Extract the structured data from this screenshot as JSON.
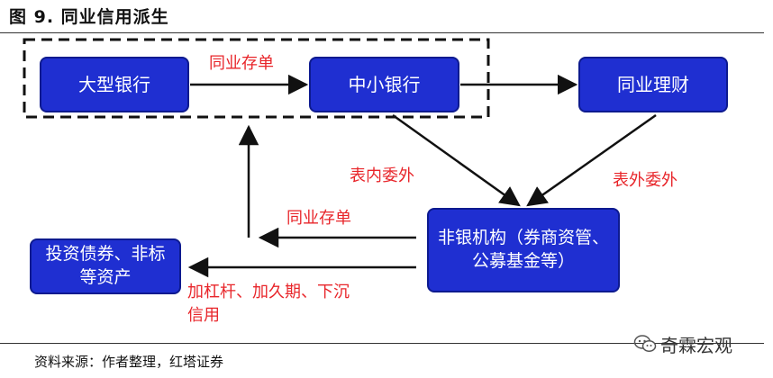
{
  "figure": {
    "title": "图 9. 同业信用派生",
    "source": "资料来源：作者整理，红塔证券",
    "watermark": "奇霖宏观"
  },
  "nodes": {
    "large_banks": "大型银行",
    "small_banks": "中小银行",
    "interbank_wm": "同业理财",
    "nonbank": "非银机构（券商资管、公募基金等）",
    "investment": "投资债券、非标等资产"
  },
  "edges": {
    "large_to_small": "同业存单",
    "small_to_nonbank": "表内委外",
    "wm_to_nonbank": "表外委外",
    "nonbank_to_small": "同业存单",
    "nonbank_to_invest_line1": "加杠杆、加久期、下沉",
    "nonbank_to_invest_line2": "信用"
  },
  "colors": {
    "node_fill": "#1f2fd1",
    "label_red": "#e8252a",
    "arrow": "#111111"
  }
}
